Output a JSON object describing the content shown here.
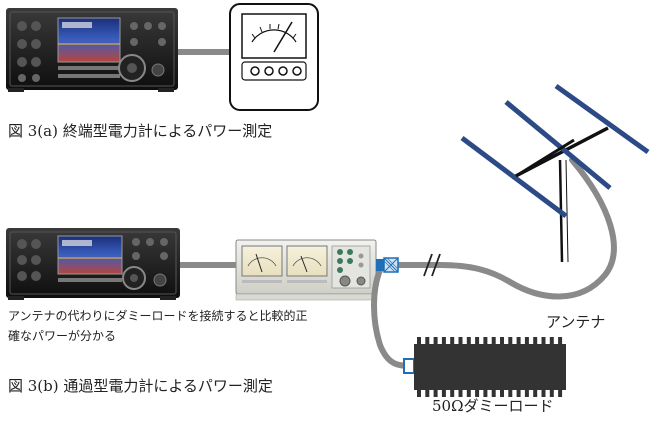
{
  "captions": {
    "fig_a": "図 3(a) 終端型電力計によるパワー測定",
    "fig_b": "図 3(b) 通過型電力計によるパワー測定"
  },
  "note": {
    "line1": "アンテナの代わりにダミーロードを接続すると比較的正",
    "line2": "確なパワーが分かる"
  },
  "labels": {
    "antenna": "アンテナ",
    "dummy_load": "50Ωダミーロード"
  },
  "colors": {
    "cable": "#888888",
    "antenna_element": "#2b4a86",
    "connector": "#1e6fb5",
    "radio_body": "#1a1a1a",
    "radio_screen": "#2a4a9a",
    "dummy_load": "#333333"
  }
}
